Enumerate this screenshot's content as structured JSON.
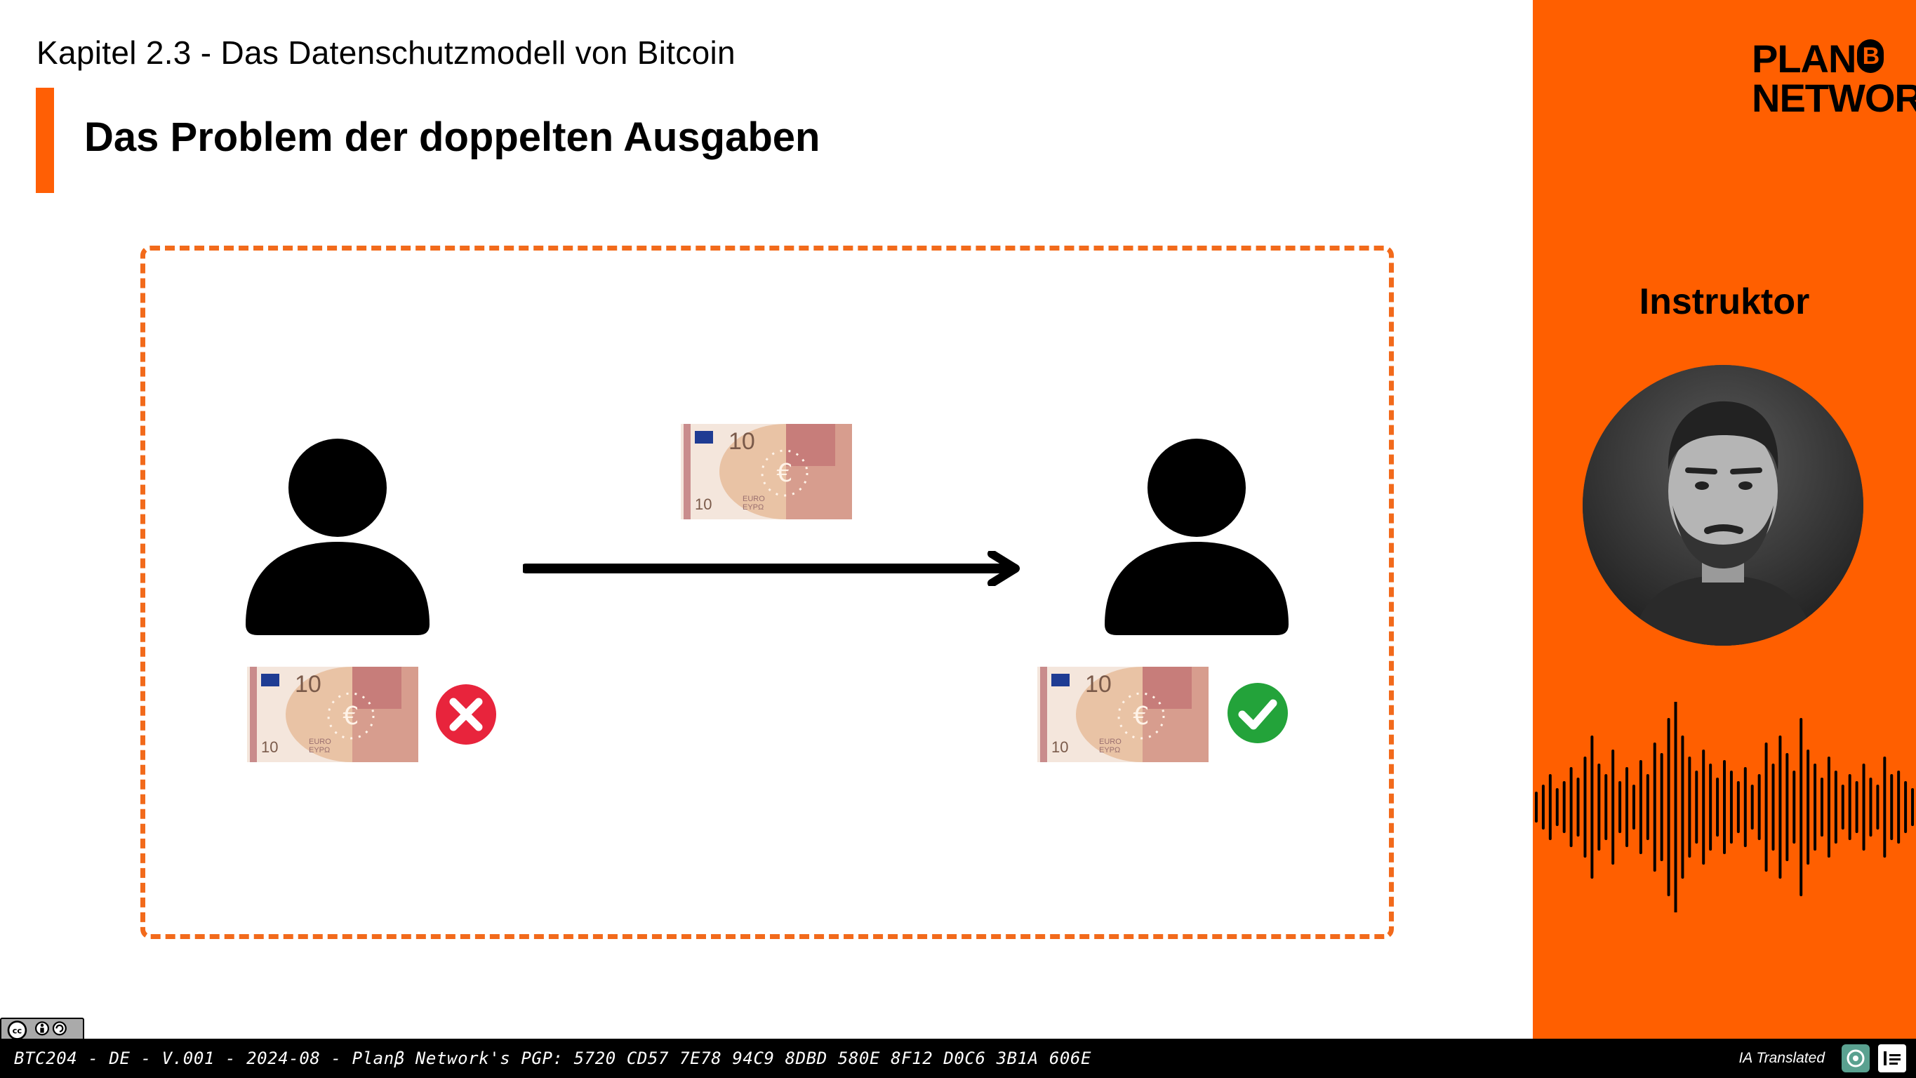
{
  "header": {
    "chapter": "Kapitel 2.3 - Das Datenschutzmodell von Bitcoin",
    "title": "Das Problem der doppelten Ausgaben"
  },
  "banknote": {
    "denomination": "10",
    "currency_label": "EURO",
    "currency_label_greek": "ΕΥΡΩ"
  },
  "sidebar": {
    "logo_line1": "PLAN",
    "logo_badge": "B",
    "logo_line2": "NETWORK",
    "instructor_label": "Instruktor"
  },
  "footer": {
    "text": "BTC204 - DE - V.001 - 2024-08 - Planβ Network's PGP: 5720 CD57 7E78 94C9 8DBD 580E 8F12 D0C6 3B1A 606E",
    "translated": "IA Translated"
  },
  "colors": {
    "accent": "#ff5f00",
    "frame": "#f26a1b",
    "error": "#e8243c",
    "success": "#23a33a"
  }
}
